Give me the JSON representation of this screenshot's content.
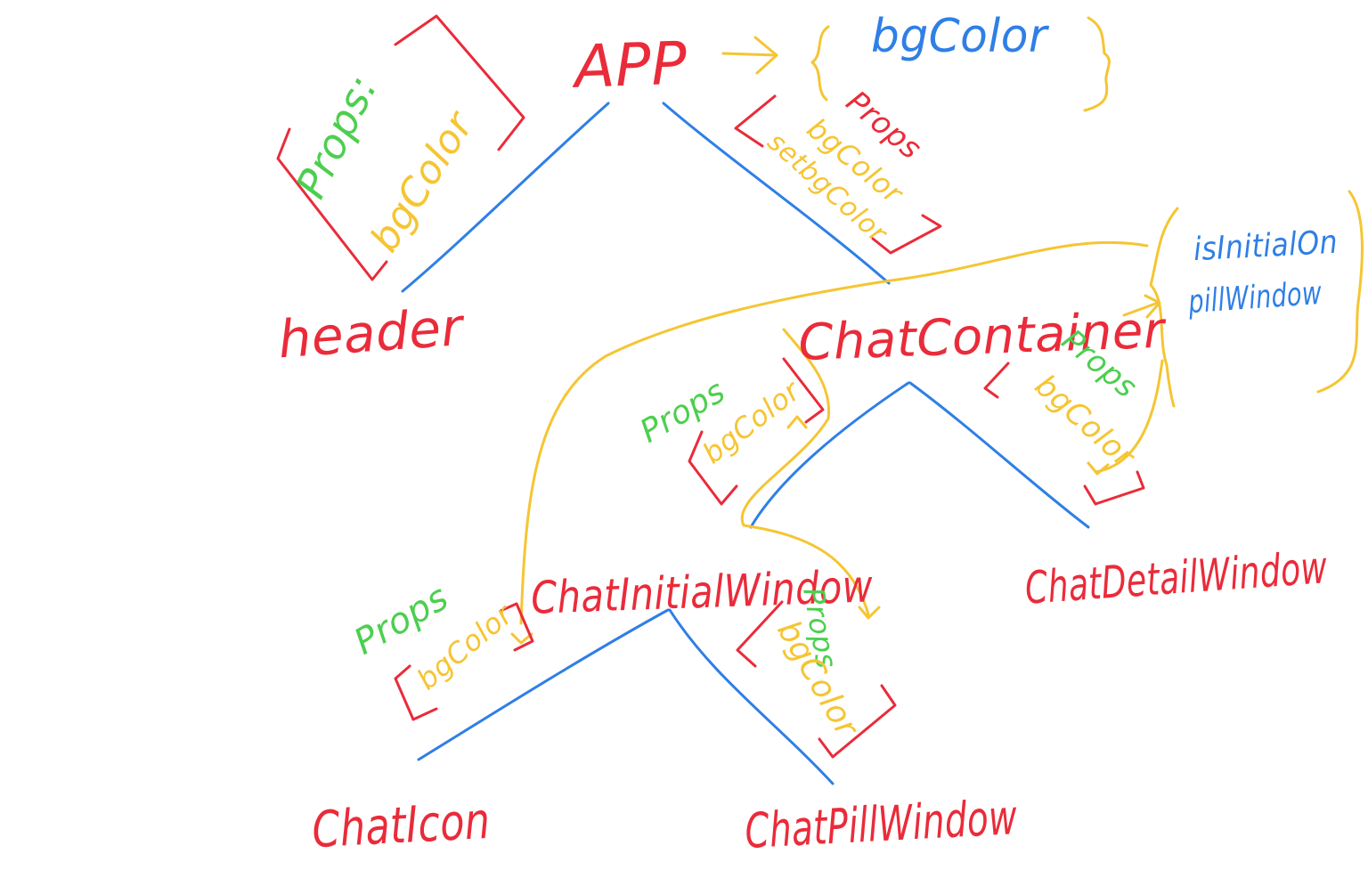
{
  "colors": {
    "component": "#ea2b3a",
    "edge": "#2f7fe6",
    "props_label": "#4ccf4f",
    "prop_value": "#f5c533",
    "bracket": "#ea2b3a",
    "state": "#2f7fe6",
    "brace": "#f5c533",
    "background": "#ffffff"
  },
  "nodes": {
    "app": "APP",
    "header": "header",
    "chat_container": "ChatContainer",
    "chat_initial_window": "ChatInitialWindow",
    "chat_detail_window": "ChatDetailWindow",
    "chat_icon": "ChatIcon",
    "chat_pill_window": "ChatPillWindow"
  },
  "state": {
    "app": [
      "bgColor"
    ],
    "chat_container": [
      "isInitialOn",
      "pillWindow"
    ]
  },
  "props": {
    "header": {
      "label": "Props:",
      "values": [
        "bgColor"
      ]
    },
    "chat_container": {
      "label": "Props",
      "values": [
        "bgColor",
        "setbgColor"
      ]
    },
    "chat_initial_window": {
      "label": "Props",
      "values": [
        "bgColor"
      ]
    },
    "chat_detail_window": {
      "label": "Props",
      "values": [
        "bgColor"
      ]
    },
    "chat_icon": {
      "label": "Props",
      "values": [
        "bgColor"
      ]
    },
    "chat_pill_window": {
      "label": "Props",
      "values": [
        "bgColor"
      ]
    }
  },
  "icons": {
    "arrow_to_state": "arrow-right-icon",
    "curly_brace": "curly-brace-icon"
  }
}
